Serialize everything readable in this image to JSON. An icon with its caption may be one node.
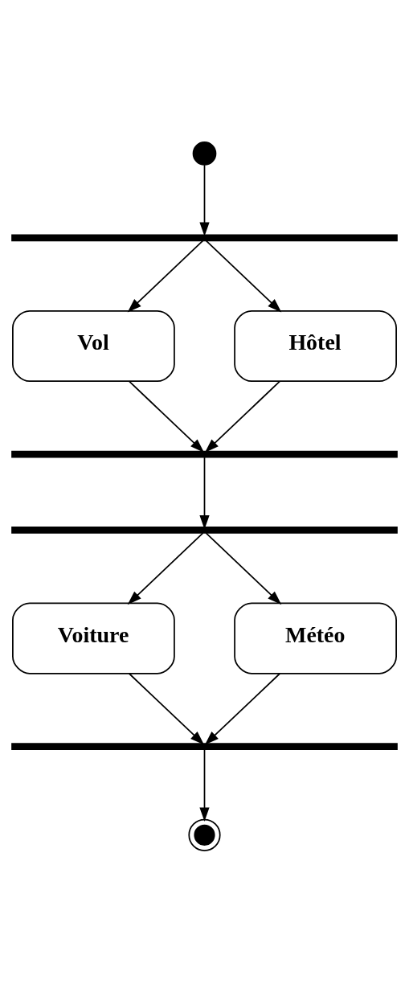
{
  "diagram": {
    "nodes": [
      {
        "text": [],
        "shape": "circle"
      },
      {
        "text": [],
        "shape": "bar"
      },
      {
        "text": [
          "Vol"
        ]
      },
      {
        "text": [
          "Hôtel"
        ]
      },
      {
        "text": [],
        "shape": "bar"
      },
      {
        "text": [],
        "shape": "bar"
      },
      {
        "text": [
          "Voiture"
        ]
      },
      {
        "text": [
          "Météo"
        ]
      },
      {
        "text": [],
        "shape": "bar"
      },
      {
        "text": [],
        "shape": "bullseye"
      }
    ],
    "edges": [
      {
        "from": 0,
        "to": 1,
        "arrow": "to"
      },
      {
        "from": 1,
        "to": 2,
        "arrow": "to"
      },
      {
        "from": 1,
        "to": 3,
        "arrow": "to"
      },
      {
        "from": 2,
        "to": 4,
        "arrow": "to"
      },
      {
        "from": 3,
        "to": 4,
        "arrow": "to"
      },
      {
        "from": 4,
        "to": 5,
        "arrow": "to"
      },
      {
        "from": 5,
        "to": 6,
        "arrow": "to"
      },
      {
        "from": 5,
        "to": 7,
        "arrow": "to"
      },
      {
        "from": 6,
        "to": 8,
        "arrow": "to"
      },
      {
        "from": 7,
        "to": 8,
        "arrow": "to"
      },
      {
        "from": 8,
        "to": 9,
        "arrow": "to"
      }
    ]
  }
}
